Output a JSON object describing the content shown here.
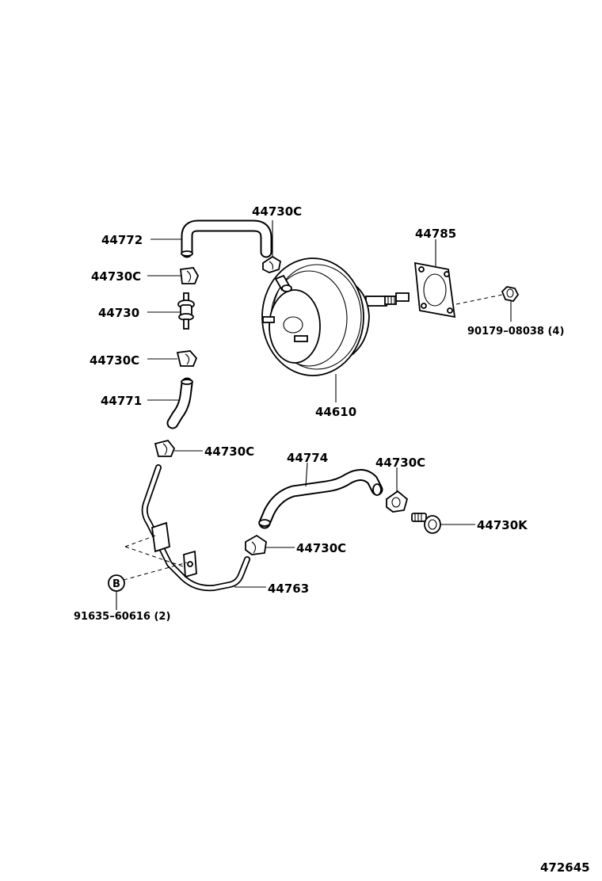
{
  "diagram": {
    "labels": {
      "hose_44772": "44772",
      "clip_top": "44730C",
      "clip_left_1": "44730C",
      "valve": "44730",
      "clip_left_2": "44730C",
      "hose_44771": "44771",
      "clip_mid_left": "44730C",
      "gasket": "44785",
      "nut": "90179–08038 (4)",
      "booster": "44610",
      "hose_44774": "44774",
      "clip_right": "44730C",
      "union": "44730K",
      "clip_center": "44730C",
      "pipe": "44763",
      "bolt_marker": "B",
      "bolt": "91635–60616 (2)"
    },
    "figure_number": "472645"
  }
}
